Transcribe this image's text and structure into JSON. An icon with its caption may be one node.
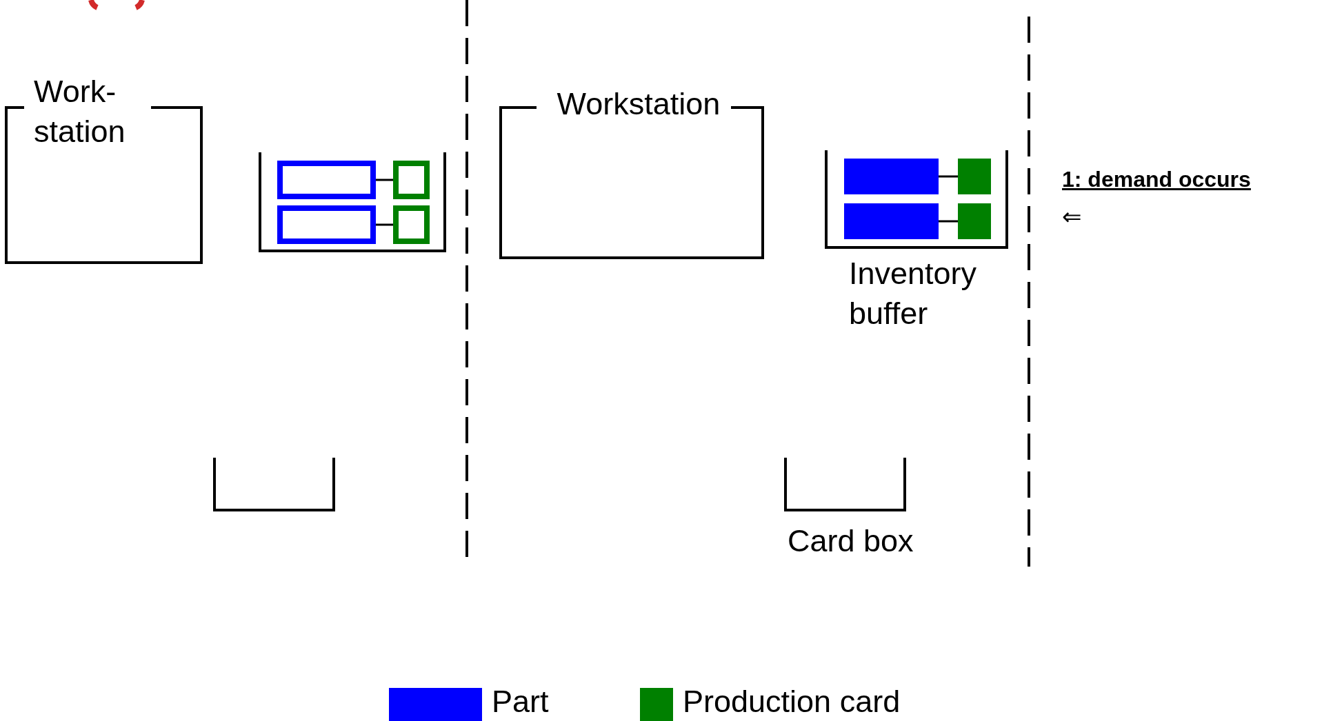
{
  "diagram": {
    "nodes": [
      {
        "text": [
          "Work- station"
        ]
      },
      {
        "text": [],
        "shape": "box"
      },
      {
        "text": [],
        "shape": "bar",
        "in": 1
      },
      {
        "text": [],
        "shape": "box",
        "in": 1
      },
      {
        "text": [],
        "shape": "bar",
        "in": 1
      },
      {
        "text": [],
        "shape": "box",
        "in": 1
      },
      {
        "text": [
          "Workstation"
        ]
      },
      {
        "text": [
          "Inventory buffer"
        ]
      },
      {
        "text": [],
        "shape": "bar",
        "in": 7
      },
      {
        "text": [],
        "shape": "box",
        "in": 7
      },
      {
        "text": [],
        "shape": "bar",
        "in": 7
      },
      {
        "text": [],
        "shape": "box",
        "in": 7
      },
      {
        "text": [],
        "shape": "box"
      },
      {
        "text": [
          "Card box"
        ]
      }
    ],
    "edges": [
      {
        "from": 2,
        "to": 3,
        "arrow": "none"
      },
      {
        "from": 4,
        "to": 5,
        "arrow": "none"
      },
      {
        "from": 8,
        "to": 9,
        "arrow": "none"
      },
      {
        "from": 10,
        "to": 11,
        "arrow": "none"
      }
    ],
    "labels": [
      "1: demand occurs",
      "⇐"
    ],
    "legend": [
      {
        "text": "Part",
        "color": "#0000ff"
      },
      {
        "text": "Production card",
        "color": "#008000"
      }
    ]
  }
}
